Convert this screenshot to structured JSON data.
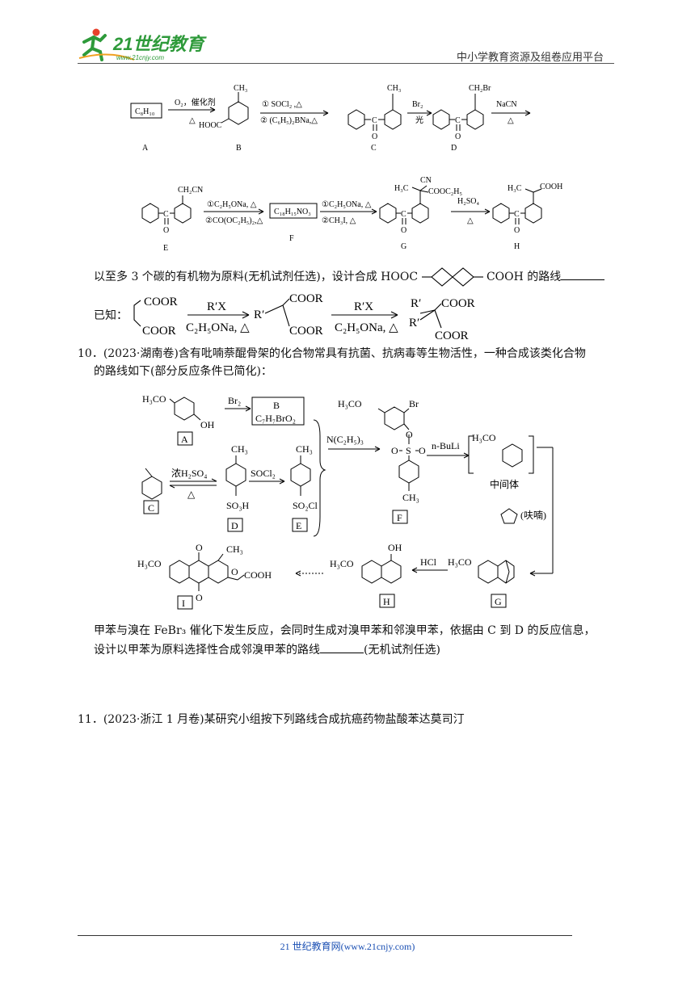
{
  "header": {
    "logo_text": "21世纪教育",
    "logo_url_text": "www.21cnjy.com",
    "platform": "中小学教育资源及组卷应用平台"
  },
  "scheme1": {
    "A": "C₈H₁₀",
    "A_label": "A",
    "r1_top": "O₂，催化剂",
    "r1_bottom": "△",
    "B_ch3": "CH₃",
    "B_hooc": "HOOC",
    "B_label": "B",
    "r2_top": "① SOCl₂ ,△",
    "r2_bottom": "② (C₆H₅)₂BNa,△",
    "C_ch3": "CH₃",
    "C_c": "C",
    "C_o": "O",
    "C_label": "C",
    "r3_top": "Br₂",
    "r3_bottom": "光",
    "D_ch2br": "CH₂Br",
    "D_c": "C",
    "D_o": "O",
    "D_label": "D",
    "r4_top": "NaCN",
    "r4_bottom": "△"
  },
  "scheme2": {
    "E_ch2cn": "CH₂CN",
    "E_c": "C",
    "E_o": "O",
    "E_label": "E",
    "r5_top": "①C₂H₅ONa, △",
    "r5_bottom": "②CO(OC₂H₅)₂,△",
    "F": "C₁₈H₁₅NO₃",
    "F_label": "F",
    "r6_top": "①C₂H₅ONa, △",
    "r6_bottom": "②CH₃I, △",
    "G_h3c": "H₃C",
    "G_cn": "CN",
    "G_ester": "COOC₂H₅",
    "G_c": "C",
    "G_o": "O",
    "G_label": "G",
    "r7_top": "H₂SO₄",
    "r7_bottom": "△",
    "H_h3c": "H₃C",
    "H_cooh": "COOH",
    "H_c": "C",
    "H_o": "O",
    "H_label": "H"
  },
  "q9": {
    "text_before": "以至多 3 个碳的有机物为原料(无机试剂任选)，设计合成 HOOC",
    "text_after": "COOH 的路线",
    "known_label": "已知：",
    "coor": "COOR",
    "r_reagent": "R′X",
    "base": "C₂H₅ONa, △",
    "r_prime": "R′"
  },
  "q10": {
    "line1": "10．(2023·湖南卷)含有吡喃萘醌骨架的化合物常具有抗菌、抗病毒等生物活性，一种合成该类化合物",
    "line2": "的路线如下(部分反应条件已简化)：",
    "A_och3": "H₃CO",
    "A_oh": "OH",
    "A_label": "A",
    "br2": "Br₂",
    "B_label": "B",
    "B_formula": "C₇H₇BrO₂",
    "C_label": "C",
    "conc_h2so4": "浓H₂SO₄",
    "heat": "△",
    "D_ch3": "CH₃",
    "D_so3h": "SO₃H",
    "D_label": "D",
    "socl2": "SOCl₂",
    "E_ch3": "CH₃",
    "E_so2cl": "SO₂Cl",
    "E_label": "E",
    "net3": "N(C₂H₅)₃",
    "F_och3": "H₃CO",
    "F_br": "Br",
    "F_o": "O",
    "F_s": "S",
    "F_ch3": "CH₃",
    "F_label": "F",
    "nbuli": "n-BuLi",
    "mid_och3": "H₃CO",
    "intermediate": "中间体",
    "furan": "(呋喃)",
    "G_och3": "H₃CO",
    "G_label": "G",
    "hcl": "HCl",
    "H_och3": "H₃CO",
    "H_oh": "OH",
    "H_label": "H",
    "I_och3": "H₃CO",
    "I_o": "O",
    "I_ch3": "CH₃",
    "I_cooh": "COOH",
    "I_label": "I"
  },
  "q10_text": {
    "line1": "甲苯与溴在 FeBr₃ 催化下发生反应，会同时生成对溴甲苯和邻溴甲苯，依据由 C 到 D 的反应信息，",
    "line2_before": "设计以甲苯为原料选择性合成邻溴甲苯的路线",
    "line2_after": "(无机试剂任选)"
  },
  "q11": {
    "text": "11．(2023·浙江 1 月卷)某研究小组按下列路线合成抗癌药物盐酸苯达莫司汀"
  },
  "footer": {
    "text": "21 世纪教育网(www.21cnjy.com)"
  },
  "colors": {
    "logo_green": "#2e9a3a",
    "footer_blue": "#1a4fb3"
  }
}
